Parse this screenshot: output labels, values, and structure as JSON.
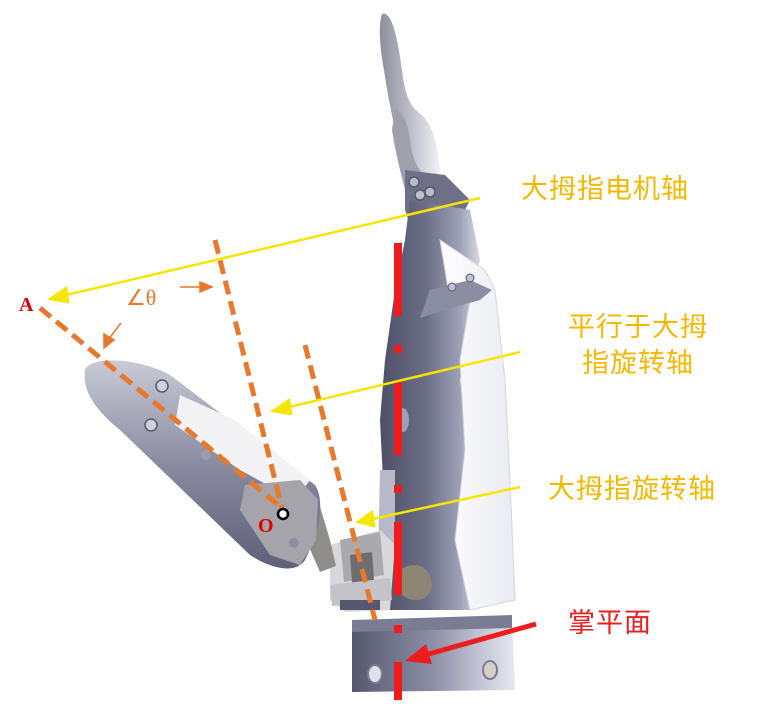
{
  "figure": {
    "type": "mechanical diagram of prosthetic hand thumb axes",
    "colors": {
      "annotation_yellow": "#f5e600",
      "label_yellow": "#f5b800",
      "dashed_orange": "#e8782a",
      "axis_red": "#ee1c1c",
      "point_red": "#e00000",
      "metal_dark": "#5d5f78",
      "metal_light": "#c8cad6"
    }
  },
  "labels": {
    "thumb_motor_axis": "大拇指电机轴",
    "parallel_axis_line1": "平行于大拇",
    "parallel_axis_line2": "指旋转轴",
    "thumb_rotation_axis": "大拇指旋转轴",
    "palm_plane": "掌平面"
  },
  "points": {
    "A": "A",
    "O": "O"
  },
  "angle": {
    "label": "∠θ"
  }
}
